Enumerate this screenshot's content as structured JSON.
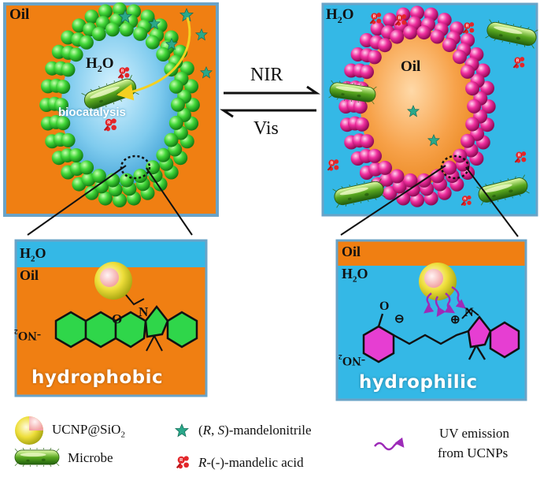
{
  "colors": {
    "oil": "#f07f12",
    "water": "#34b8e6",
    "hydrophobic_shell": "#3ed13a",
    "hydrophilic_shell": "#ef2fa0",
    "nanoparticle": "#f2dd2e",
    "ring_green": "#2fd64a",
    "ring_magenta": "#e63ed2",
    "uv_emission": "#9d2bb8",
    "biocatalysis_arrow": "#f5d020"
  },
  "icons": [
    "star-icon",
    "mandelic-acid-icon",
    "microbe-icon",
    "nanoparticle-icon",
    "uv-wave-icon"
  ],
  "panel_left": {
    "phase_label": "Oil",
    "core_label": "H2O",
    "core_label_parts": {
      "base": "H",
      "sub": "2",
      "tail": "O"
    },
    "reaction_label": "biocatalysis"
  },
  "panel_right": {
    "phase_label": "H2O",
    "phase_label_parts": {
      "base": "H",
      "sub": "2",
      "tail": "O"
    },
    "core_label": "Oil"
  },
  "arrows": {
    "forward_label": "NIR",
    "reverse_label": "Vis"
  },
  "inset_left": {
    "top_phase": "H2O",
    "top_phase_parts": {
      "base": "H",
      "sub": "2",
      "tail": "O"
    },
    "bottom_phase": "Oil",
    "substituent": "O2N-",
    "substituent_rotated": "-NO₂",
    "ring_atoms": [
      "O",
      "N"
    ],
    "state_label": "hydrophobic"
  },
  "inset_right": {
    "top_phase": "Oil",
    "bottom_phase": "H2O",
    "bottom_phase_parts": {
      "base": "H",
      "sub": "2",
      "tail": "O"
    },
    "substituent": "O2N-",
    "substituent_rotated": "-NO₂",
    "charges": [
      "⊖",
      "⊕"
    ],
    "ring_atoms": [
      "O",
      "N"
    ],
    "state_label": "hydrophilic"
  },
  "legend": {
    "nanoparticle": "UCNP@SiO2",
    "nanoparticle_parts": {
      "base": "UCNP@SiO",
      "sub": "2"
    },
    "microbe": "Microbe",
    "substrate": "(R, S)-mandelonitrile",
    "substrate_parts": {
      "open": "(",
      "r": "R",
      "comma": ", ",
      "s": "S",
      "close": ")-mandelonitrile"
    },
    "product": "R-(-)-mandelic acid",
    "product_parts": {
      "r": "R",
      "rest": "-(-)-mandelic acid"
    },
    "uv_line1": "UV emission",
    "uv_line2": "from UCNPs"
  }
}
